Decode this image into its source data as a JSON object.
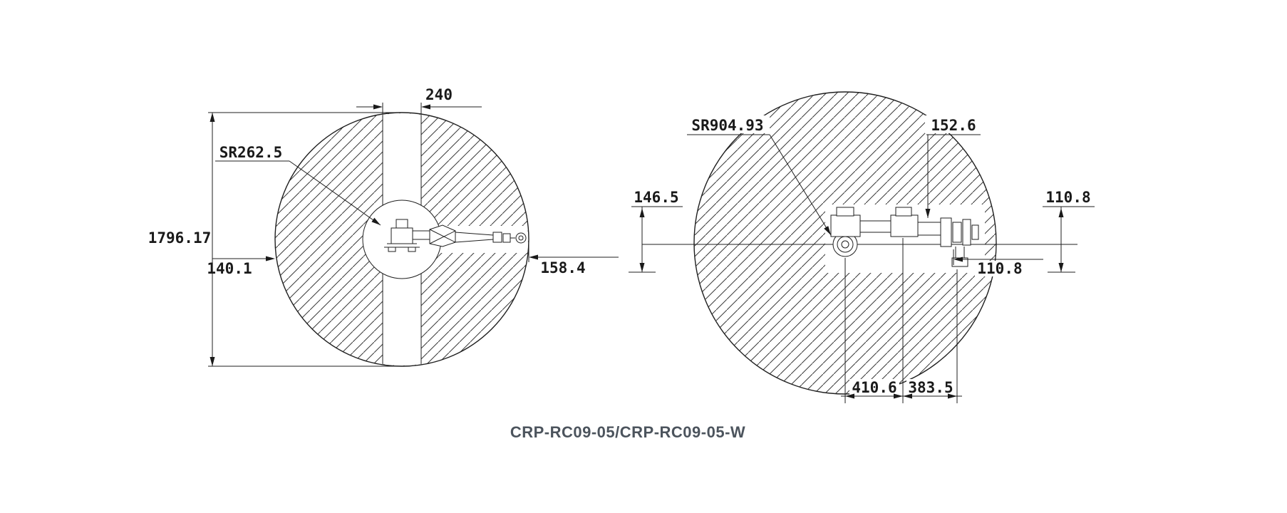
{
  "page": {
    "background": "#ffffff",
    "caption": "CRP-RC09-05/CRP-RC09-05-W"
  },
  "colors": {
    "line": "#1f1f1f",
    "hatch_line": "#3a3a3a",
    "dimension_text": "#1a1a1a",
    "caption_text": "#4c545d"
  },
  "left_view": {
    "labels": {
      "band_width": "240",
      "sphere_radius": "SR262.5",
      "envelope_height": "1796.17",
      "base_offset": "140.1",
      "reach_offset": "158.4"
    }
  },
  "right_view": {
    "labels": {
      "sphere_radius": "SR904.93",
      "top_offset": "152.6",
      "left_offset": "146.5",
      "right_upper_offset": "110.8",
      "right_lower_offset": "110.8",
      "bottom_left_span": "410.6",
      "bottom_right_span": "383.5"
    }
  }
}
